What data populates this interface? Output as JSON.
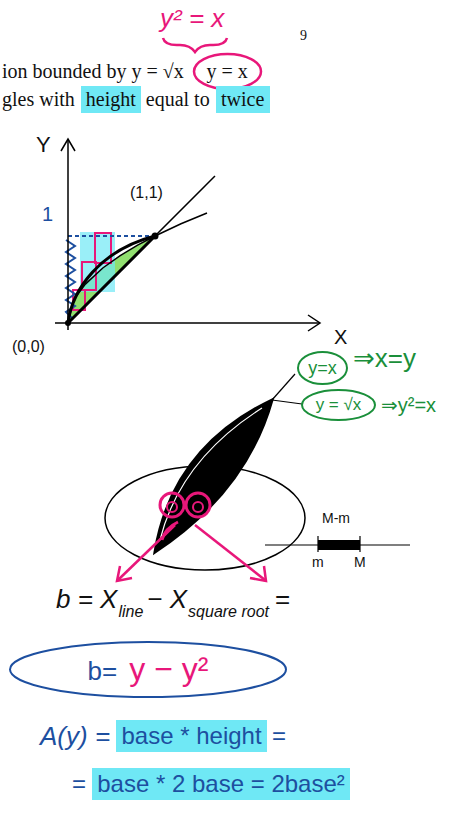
{
  "diagram": {
    "nodes": [
      {
        "text": [
          "y = x"
        ]
      },
      {
        "text": [
          "height"
        ]
      },
      {
        "text": [
          "twice"
        ]
      },
      {
        "text": [
          "y=x"
        ]
      },
      {
        "text": [
          "y = √x"
        ]
      },
      {
        "text": [
          "b=",
          "y − y²"
        ]
      },
      {
        "text": [
          "base * height"
        ]
      },
      {
        "text": [
          "base * 2 base = 2base²"
        ]
      }
    ],
    "labels": [
      "y² = x",
      "9",
      "ion bounded by y = √x",
      "gles with",
      "equal to",
      "Y",
      "1",
      "(1,1)",
      "(0,0)",
      "X",
      "⇒x=y",
      "⇒y²=x",
      "M-m",
      "m",
      "M",
      "b = X",
      "line",
      "− X",
      "square root",
      "=",
      "A(y) =",
      "=",
      "="
    ]
  }
}
